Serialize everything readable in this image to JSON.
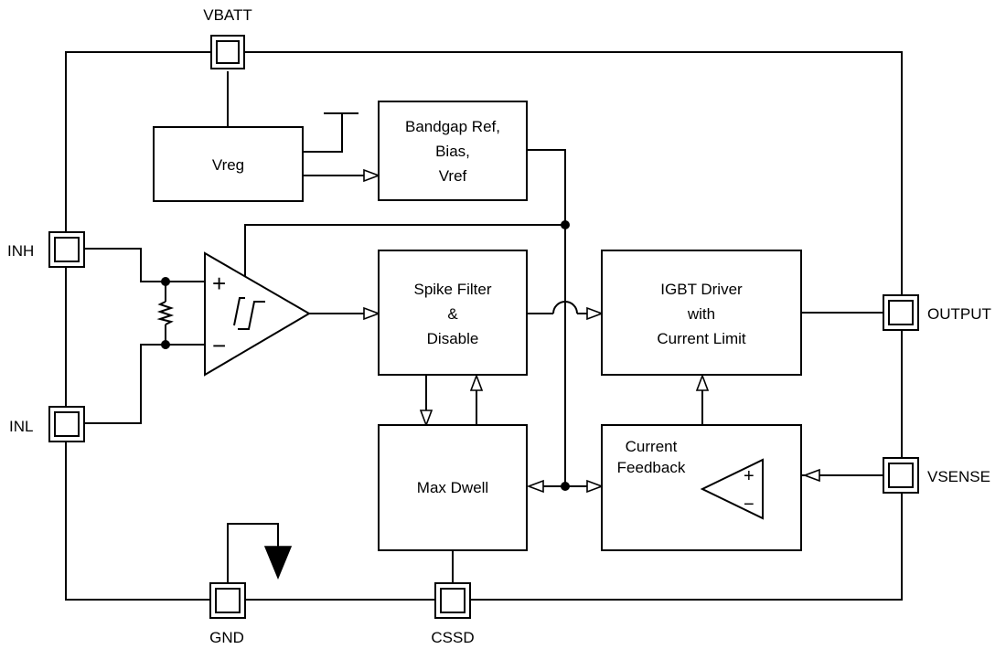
{
  "pins": {
    "vbatt": "VBATT",
    "inh": "INH",
    "inl": "INL",
    "output": "OUTPUT",
    "vsense": "VSENSE",
    "gnd": "GND",
    "cssd": "CSSD"
  },
  "blocks": {
    "vreg": [
      "Vreg"
    ],
    "bandgap": [
      "Bandgap Ref,",
      "Bias,",
      "Vref"
    ],
    "spike_filter": [
      "Spike Filter",
      "&",
      "Disable"
    ],
    "igbt_driver": [
      "IGBT Driver",
      "with",
      "Current Limit"
    ],
    "max_dwell": [
      "Max Dwell"
    ],
    "current_feedback": [
      "Current",
      "Feedback"
    ]
  },
  "comparator": {
    "plus": "+",
    "minus": "−"
  },
  "opamp": {
    "plus": "+",
    "minus": "−"
  }
}
